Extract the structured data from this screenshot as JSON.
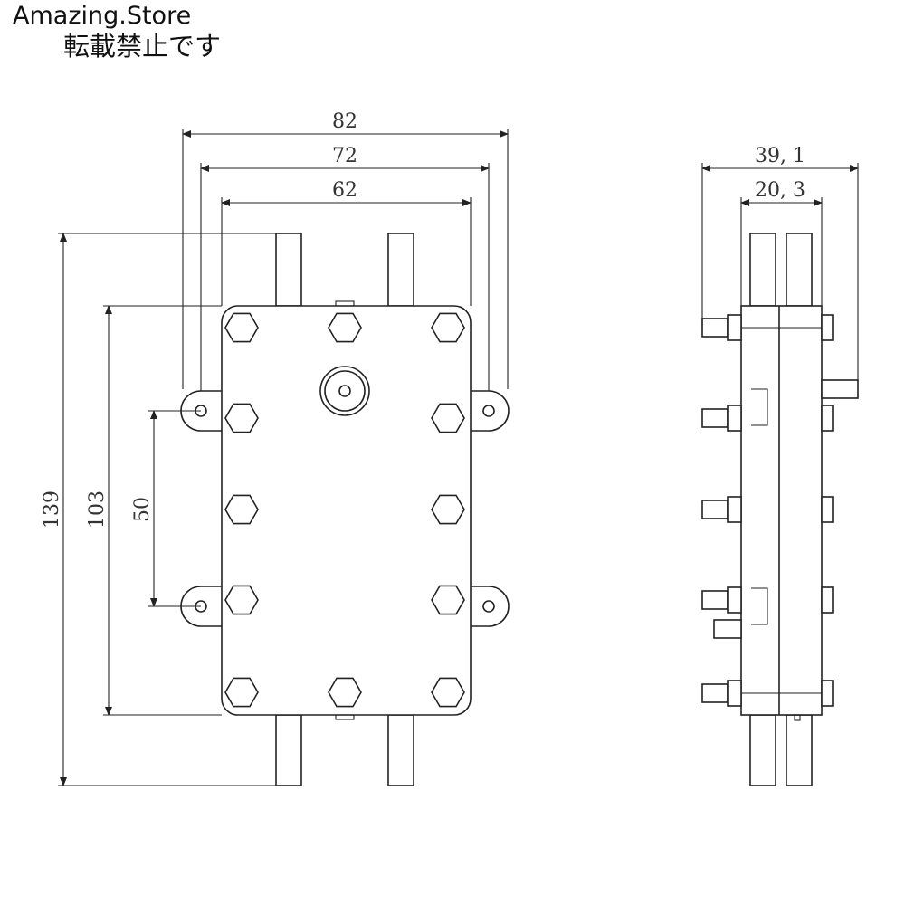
{
  "watermark": {
    "line1": "Amazing.Store",
    "line2": "転載禁止です"
  },
  "dimensions": {
    "width_outer": "82",
    "width_mid": "72",
    "width_inner": "62",
    "height_total": "139",
    "height_body": "103",
    "mount_spacing": "50",
    "depth_total": "39, 1",
    "depth_body": "20, 3"
  }
}
